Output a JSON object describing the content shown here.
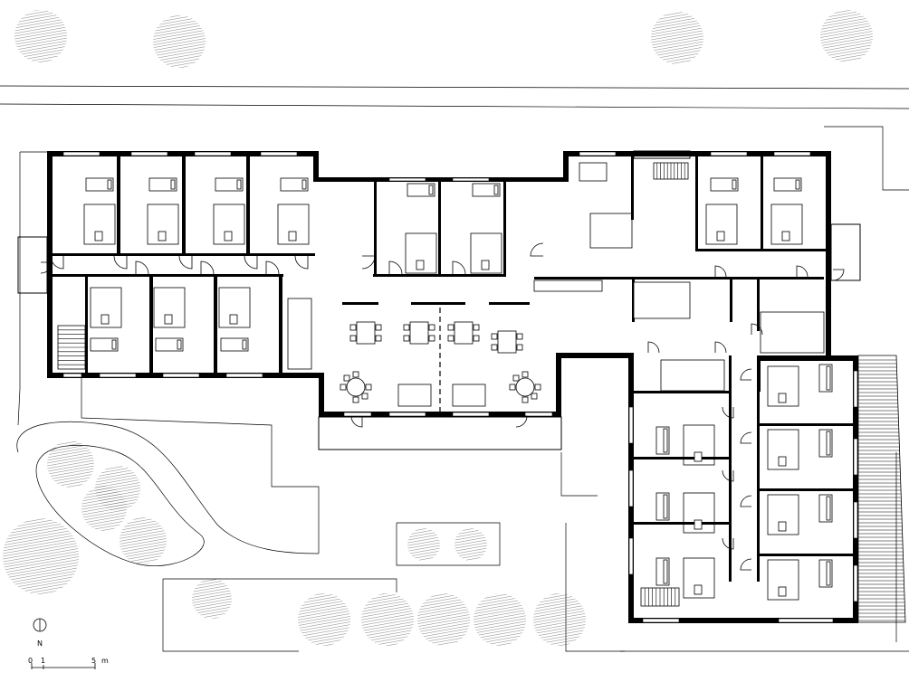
{
  "north_arrow": {
    "label": "N"
  },
  "scale_bar": {
    "ticks": [
      "0",
      "1",
      "5"
    ],
    "unit": "m"
  }
}
